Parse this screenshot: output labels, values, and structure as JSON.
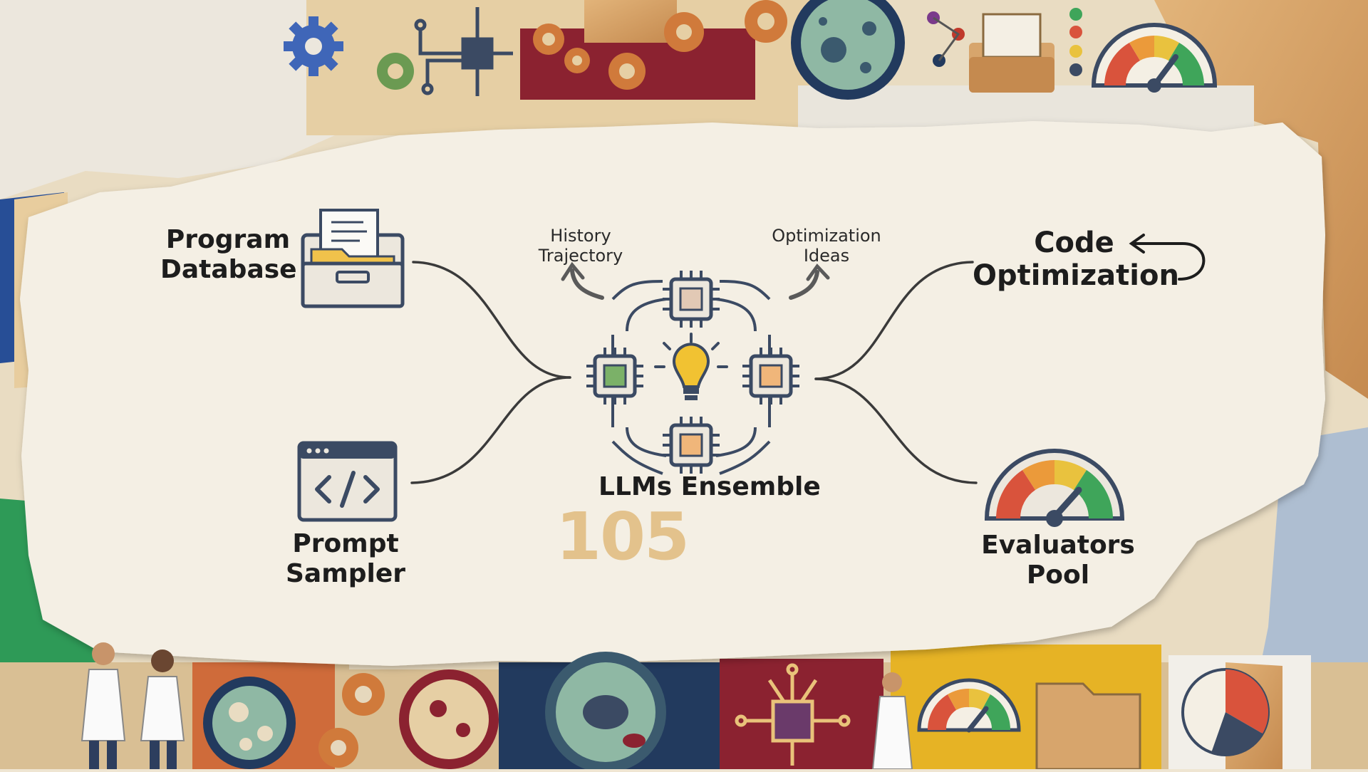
{
  "diagram": {
    "nodes": {
      "program_database": {
        "line1": "Program",
        "line2": "Database"
      },
      "prompt_sampler": {
        "line1": "Prompt",
        "line2": "Sampler"
      },
      "llms_ensemble": {
        "label": "LLMs Ensemble"
      },
      "code_optimization": {
        "line1": "Code",
        "line2": "Optimization"
      },
      "evaluators_pool": {
        "line1": "Evaluators",
        "line2": "Pool"
      }
    },
    "annotations": {
      "history_trajectory": {
        "line1": "History",
        "line2": "Trajectory"
      },
      "optimization_ideas": {
        "line1": "Optimization",
        "line2": "Ideas"
      }
    },
    "counter": "105"
  },
  "palette": {
    "paper": "#f4efe4",
    "ink": "#1d1d1d",
    "line": "#3a3a3a",
    "chip_blue": "#3b4a63",
    "bulb_yellow": "#f1c232",
    "gauge_red": "#d9533c",
    "gauge_orange": "#eb9a3a",
    "gauge_yellow": "#e9c23e",
    "gauge_green": "#3fa55a",
    "maroon": "#8b2230",
    "navy": "#223a5e",
    "sage": "#8fb8a4",
    "wood": "#d7a56c",
    "folder": "#f0c24b",
    "green_paper": "#2e9a57"
  }
}
